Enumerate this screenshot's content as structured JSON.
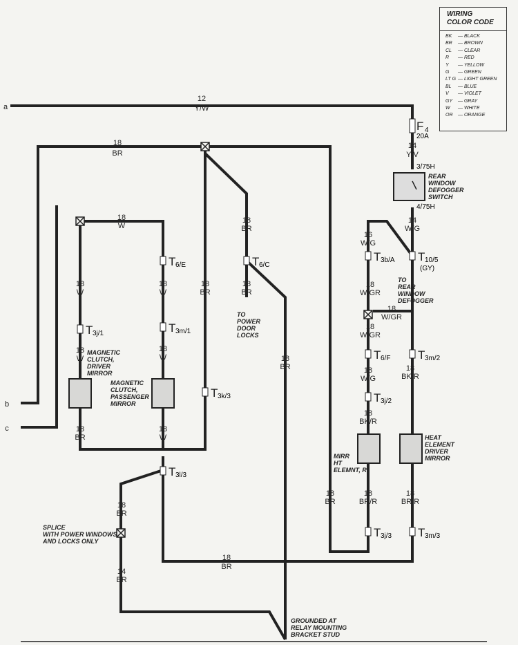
{
  "legend": {
    "title_line1": "WIRING",
    "title_line2": "COLOR CODE",
    "entries": [
      {
        "code": "BK",
        "name": "— BLACK"
      },
      {
        "code": "BR",
        "name": "— BROWN"
      },
      {
        "code": "CL",
        "name": "— CLEAR"
      },
      {
        "code": "R",
        "name": "— RED"
      },
      {
        "code": "Y",
        "name": "— YELLOW"
      },
      {
        "code": "G",
        "name": "— GREEN"
      },
      {
        "code": "LT G",
        "name": "— LIGHT GREEN"
      },
      {
        "code": "BL",
        "name": "— BLUE"
      },
      {
        "code": "V",
        "name": "— VIOLET"
      },
      {
        "code": "GY",
        "name": "— GRAY"
      },
      {
        "code": "W",
        "name": "— WHITE"
      },
      {
        "code": "OR",
        "name": "— ORANGE"
      }
    ]
  },
  "inputs": {
    "a": "a",
    "b": "b",
    "c": "c"
  },
  "fuse": {
    "name": "F",
    "num": "4",
    "rating": "20A"
  },
  "wires": {
    "w1": [
      "12",
      "Y/W"
    ],
    "w2": [
      "18",
      "BR"
    ],
    "w3": [
      "14",
      "Y/V"
    ],
    "w4": [
      "18",
      "W"
    ],
    "w5": [
      "18",
      "BR"
    ],
    "w6": [
      "18",
      "W"
    ],
    "w7": [
      "18",
      "W"
    ],
    "w8": [
      "18",
      "W"
    ],
    "w9": [
      "18",
      "W"
    ],
    "w10": [
      "18",
      "W"
    ],
    "w11": [
      "18",
      "BR"
    ],
    "w12": [
      "18",
      "BR"
    ],
    "w13": [
      "18",
      "BR"
    ],
    "w14": [
      "18",
      "BR"
    ],
    "w15": [
      "18",
      "BR"
    ],
    "w16": [
      "14",
      "W/G"
    ],
    "w17": [
      "16",
      "W/G"
    ],
    "w18": [
      "18",
      "W/GR"
    ],
    "w19": [
      "18",
      "W/GR"
    ],
    "w20": [
      "18",
      "W/GR"
    ],
    "w21": [
      "18",
      "W/G"
    ],
    "w22": [
      "18",
      "BK/R"
    ],
    "w23": [
      "18",
      "BK/R"
    ],
    "w24": [
      "18",
      "BR"
    ],
    "w25": [
      "18",
      "BR/R"
    ],
    "w26": [
      "18",
      "BR/R"
    ],
    "w27": [
      "18",
      "BR"
    ],
    "w28": [
      "18",
      "BR"
    ],
    "w29": [
      "14",
      "BR"
    ]
  },
  "switch": {
    "pin_top": "3/75H",
    "pin_bottom": "4/75H",
    "label": [
      "REAR",
      "WINDOW",
      "DEFOGGER",
      "SWITCH"
    ]
  },
  "connectors": {
    "c1": [
      "T",
      "6/E"
    ],
    "c2": [
      "T",
      "6/C"
    ],
    "c3": [
      "T",
      "3j/1"
    ],
    "c4": [
      "T",
      "3m/1"
    ],
    "c5": [
      "T",
      "3k/3"
    ],
    "c6": [
      "T",
      "3l/3"
    ],
    "c7": [
      "T",
      "3b/A"
    ],
    "c8": [
      "T",
      "10/5"
    ],
    "c9": [
      "T",
      "6/F"
    ],
    "c10": [
      "T",
      "3m/2"
    ],
    "c11": [
      "T",
      "3j/2"
    ],
    "c12": [
      "T",
      "3j/3"
    ],
    "c13": [
      "T",
      "3m/3"
    ]
  },
  "gy": "(GY)",
  "notes": {
    "door_locks": [
      "TO",
      "POWER",
      "DOOR",
      "LOCKS"
    ],
    "defogger": [
      "TO",
      "REAR",
      "WINDOW",
      "DEFOGGER"
    ],
    "clutch_driver": [
      "MAGNETIC",
      "CLUTCH,",
      "DRIVER",
      "MIRROR"
    ],
    "clutch_pass": [
      "MAGNETIC",
      "CLUTCH,",
      "PASSENGER",
      "MIRROR"
    ],
    "mirr_ht": [
      "MIRR",
      "HT",
      "ELEMNT, R"
    ],
    "heat_driver": [
      "HEAT",
      "ELEMENT",
      "DRIVER",
      "MIRROR"
    ],
    "splice": [
      "SPLICE",
      "WITH POWER WINDOWS",
      "AND LOCKS ONLY"
    ],
    "ground": [
      "GROUNDED AT",
      "RELAY MOUNTING",
      "BRACKET STUD"
    ]
  }
}
